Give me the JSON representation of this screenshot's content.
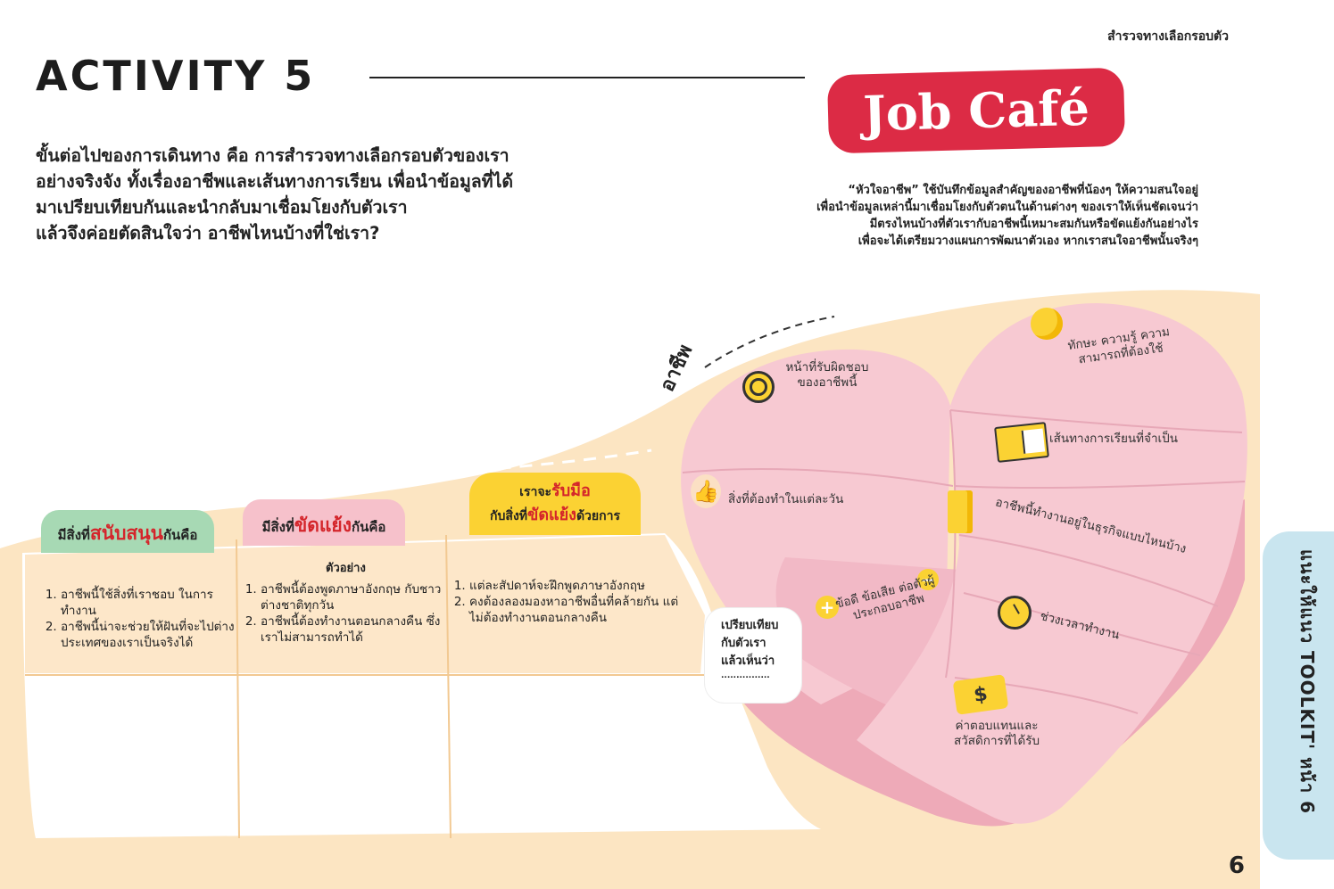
{
  "header_tag": "สำรวจทางเลือกรอบตัว",
  "activity_title": "ACTIVITY 5",
  "intro_lines": [
    "ขั้นต่อไปของการเดินทาง คือ การสำรวจทางเลือกรอบตัวของเรา",
    "อย่างจริงจัง ทั้งเรื่องอาชีพและเส้นทางการเรียน เพื่อนำข้อมูลที่ได้",
    "มาเปรียบเทียบกันและนำกลับมาเชื่อมโยงกับตัวเรา",
    "แล้วจึงค่อยตัดสินใจว่า อาชีพไหนบ้างที่ใช่เรา?"
  ],
  "badge_title": "Job Café",
  "description_lines": [
    "“หัวใจอาชีพ” ใช้บันทึกข้อมูลสำคัญของอาชีพที่น้องๆ ให้ความสนใจอยู่",
    "เพื่อนำข้อมูลเหล่านี้มาเชื่อมโยงกับตัวตนในด้านต่างๆ ของเราให้เห็นชัดเจนว่า",
    "มีตรงไหนบ้างที่ตัวเรากับอาชีพนี้เหมาะสมกันหรือขัดแย้งกันอย่างไร",
    "เพื่อจะได้เตรียมวางแผนการพัฒนาตัวเอง หากเราสนใจอาชีพนั้นจริงๆ"
  ],
  "career_label": "อาชีพ",
  "columns": [
    {
      "tag_prefix": "มีสิ่งที่",
      "tag_highlight": "สนับสนุน",
      "tag_suffix": "กันคือ",
      "items": [
        "อาชีพนี้ใช้สิ่งที่เราชอบ ในการทำงาน",
        "อาชีพนี้น่าจะช่วยให้ฝันที่จะไปต่างประเทศของเราเป็นจริงได้"
      ]
    },
    {
      "tag_prefix": "มีสิ่งที่",
      "tag_highlight": "ขัดแย้ง",
      "tag_suffix": "กันคือ",
      "items": [
        "อาชีพนี้ต้องพูดภาษาอังกฤษ กับชาวต่างชาติทุกวัน",
        "อาชีพนี้ต้องทำงานตอนกลางคืน ซึ่งเราไม่สามารถทำได้"
      ]
    },
    {
      "tag_line1_prefix": "เราจะ",
      "tag_line1_highlight": "รับมือ",
      "tag_line2_prefix": "กับสิ่งที่",
      "tag_line2_highlight": "ขัดแย้ง",
      "tag_line2_suffix": "ด้วยการ",
      "items": [
        "แต่ละสัปดาห์จะฝึกพูดภาษาอังกฤษ",
        "คงต้องลองมองหาอาชีพอื่นที่คล้ายกัน แต่ไม่ต้องทำงานตอนกลางคืน"
      ]
    }
  ],
  "example_label": "ตัวอย่าง",
  "compare_note": [
    "เปรียบเทียบ",
    "กับตัวเรา",
    "แล้วเห็นว่า",
    "................"
  ],
  "heart_sections": [
    {
      "label": "หน้าที่รับผิดชอบ ของอาชีพนี้",
      "icon": "target-icon"
    },
    {
      "label": "สิ่งที่ต้องทำในแต่ละวัน",
      "icon": "thumbs-up-icon"
    },
    {
      "label": "ข้อดี ข้อเสีย ต่อตัวผู้ประกอบอาชีพ",
      "icon": "plus-minus-icon"
    },
    {
      "label": "ทักษะ ความรู้ ความสามารถที่ต้องใช้",
      "icon": "lightbulb-icon"
    },
    {
      "label": "เส้นทางการเรียนที่จำเป็น",
      "icon": "book-icon"
    },
    {
      "label": "อาชีพนี้ทำงานอยู่ในธุรกิจแบบไหนบ้าง",
      "icon": "building-icon"
    },
    {
      "label": "ช่วงเวลาทำงาน",
      "icon": "clock-icon"
    },
    {
      "label": "ค่าตอบแทนและ สวัสดิการที่ได้รับ",
      "icon": "money-icon"
    }
  ],
  "side_tab": "แนะให้แนว TOOLKIT' หน้า 6",
  "page_number": "6",
  "colors": {
    "badge_red": "#dc2b45",
    "cream": "#fce5c2",
    "heart_pink": "#f7c9d2",
    "heart_pink_dark": "#eeaab8",
    "tag_green": "#a7d9b4",
    "tag_pink": "#f6c1cb",
    "tag_yellow": "#fbd233",
    "side_blue": "#c9e5ef"
  }
}
